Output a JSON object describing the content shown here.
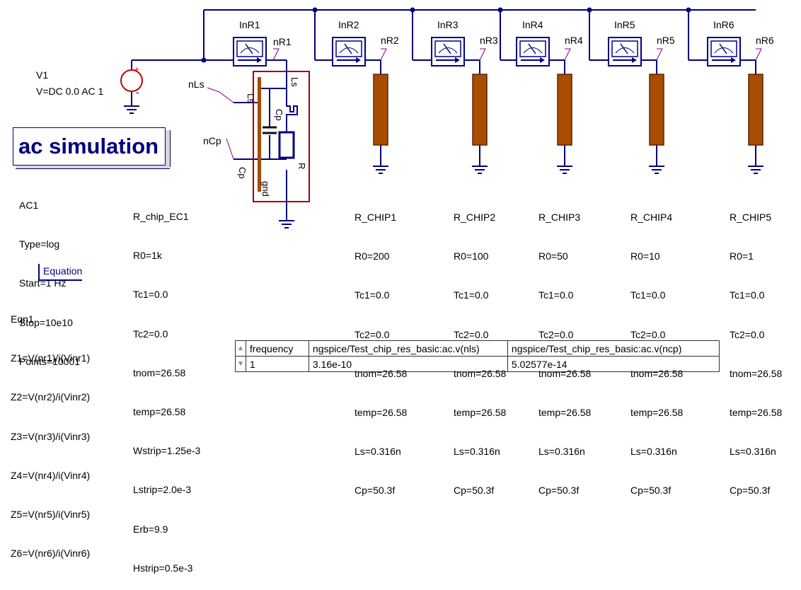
{
  "source": {
    "name": "V1",
    "params": [
      "V=DC 0.0 AC 1"
    ]
  },
  "simulation": {
    "title": "ac simulation",
    "name": "AC1",
    "params": [
      "Type=log",
      "Start=1 Hz",
      "Stop=10e10",
      "Points=10001"
    ]
  },
  "equation": {
    "label": "Equation",
    "name": "Eqn1",
    "params": [
      "Z1=V(nr1)/i(Vinr1)",
      "Z2=V(nr2)/i(Vinr2)",
      "Z3=V(nr3)/i(Vinr3)",
      "Z4=V(nr4)/i(Vinr4)",
      "Z5=V(nr5)/i(Vinr5)",
      "Z6=V(nr6)/i(Vinr6)"
    ]
  },
  "chip_ec": {
    "name": "R_chip_EC1",
    "params": [
      "R0=1k",
      "Tc1=0.0",
      "Tc2=0.0",
      "tnom=26.58",
      "temp=26.58",
      "Wstrip=1.25e-3",
      "Lstrip=2.0e-3",
      "Erb=9.9",
      "Hstrip=0.5e-3"
    ],
    "pin_labels": [
      "Ls",
      "Cp"
    ],
    "inner_labels": [
      "Ls",
      "Cp",
      "R",
      "gnd"
    ]
  },
  "node_labels": {
    "nls": "nLs",
    "ncp": "nCp"
  },
  "ammeters": [
    {
      "name": "InR1",
      "node": "nR1"
    },
    {
      "name": "InR2",
      "node": "nR2"
    },
    {
      "name": "InR3",
      "node": "nR3"
    },
    {
      "name": "InR4",
      "node": "nR4"
    },
    {
      "name": "InR5",
      "node": "nR5"
    },
    {
      "name": "InR6",
      "node": "nR6"
    }
  ],
  "chips": [
    {
      "name": "R_CHIP1",
      "params": [
        "R0=200",
        "Tc1=0.0",
        "Tc2=0.0",
        "tnom=26.58",
        "temp=26.58",
        "Ls=0.316n",
        "Cp=50.3f"
      ]
    },
    {
      "name": "R_CHIP2",
      "params": [
        "R0=100",
        "Tc1=0.0",
        "Tc2=0.0",
        "tnom=26.58",
        "temp=26.58",
        "Ls=0.316n",
        "Cp=50.3f"
      ]
    },
    {
      "name": "R_CHIP3",
      "params": [
        "R0=50",
        "Tc1=0.0",
        "Tc2=0.0",
        "tnom=26.58",
        "temp=26.58",
        "Ls=0.316n",
        "Cp=50.3f"
      ]
    },
    {
      "name": "R_CHIP4",
      "params": [
        "R0=10",
        "Tc1=0.0",
        "Tc2=0.0",
        "tnom=26.58",
        "temp=26.58",
        "Ls=0.316n",
        "Cp=50.3f"
      ]
    },
    {
      "name": "R_CHIP5",
      "params": [
        "R0=1",
        "Tc1=0.0",
        "Tc2=0.0",
        "tnom=26.58",
        "temp=26.58",
        "Ls=0.316n",
        "Cp=50.3f"
      ]
    }
  ],
  "results_table": {
    "headers": [
      "frequency",
      "ngspice/Test_chip_res_basic:ac.v(nls)",
      "ngspice/Test_chip_res_basic:ac.v(ncp)"
    ],
    "row": [
      "1",
      "3.16e-10",
      "5.02577e-14"
    ]
  },
  "colors": {
    "wire": "#000080",
    "resistor_fill": "#a84c00",
    "highlight": "#a00000",
    "source_red": "#cc0000",
    "label_line": "#800080"
  }
}
